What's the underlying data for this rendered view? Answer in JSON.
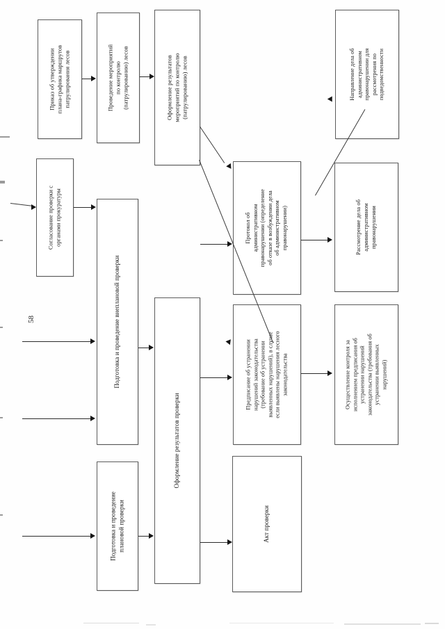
{
  "page": {
    "number": "58",
    "orientation": "landscape-rotated",
    "language": "ru"
  },
  "diagram": {
    "type": "flowchart",
    "title_present": false,
    "nodes": [
      {
        "id": "order-patrol-plan",
        "label": "Приказ об утверждении\nплана-графика маршрутов\nпатрулирования лесов"
      },
      {
        "id": "conduct-control-measures",
        "label": "Проведение мероприятий\nпо контролю\n(патрулированию) лесов"
      },
      {
        "id": "formalize-control-results",
        "label": "Оформление результатов\nмероприятий по контролю\n(патрулированию) лесов"
      },
      {
        "id": "prosecutor-approval",
        "label": "Согласование проверки с\nорганами прокуратуры"
      },
      {
        "id": "unscheduled-inspection",
        "label": "Подготовка и проведение внеплановой проверки"
      },
      {
        "id": "scheduled-inspection",
        "label": "Подготовка и проведение\nплановой проверки"
      },
      {
        "id": "formalize-inspection-results",
        "label": "Оформление результатов проверки"
      },
      {
        "id": "inspection-act",
        "label": "Акт проверки"
      },
      {
        "id": "violation-order",
        "label": "Предписание об устранении\nнарушений законодательства\n(требование об устранении\nвыявленных нарушений), в случае\nесли выявлены нарушения лесного\nзаконодательства"
      },
      {
        "id": "control-of-execution",
        "label": "Осуществление контроля за\nисполнением предписания об\nустранении нарушений\nзаконодательства (требования об\nустранении выявленных\nнарушений)"
      },
      {
        "id": "admin-protocol",
        "label": "Протокол об\nадминистративном\nправонарушении (определение\nоб отказе в возбуждении дела\nоб административном\nправонарушении)"
      },
      {
        "id": "admin-case-review",
        "label": "Рассмотрение дела об\nадминистративном\nправонарушении"
      },
      {
        "id": "admin-case-forward",
        "label": "Направление дела об\nадминистративном\nправонарушении для\nрассмотрения по\nподведомственности"
      }
    ],
    "edges": [
      {
        "from": "external",
        "to": "prosecutor-approval"
      },
      {
        "from": "external",
        "to": "unscheduled-inspection"
      },
      {
        "from": "external",
        "to": "unscheduled-inspection"
      },
      {
        "from": "external",
        "to": "scheduled-inspection"
      },
      {
        "from": "order-patrol-plan",
        "to": "conduct-control-measures"
      },
      {
        "from": "conduct-control-measures",
        "to": "formalize-control-results"
      },
      {
        "from": "prosecutor-approval",
        "to": "unscheduled-inspection"
      },
      {
        "from": "unscheduled-inspection",
        "to": "formalize-inspection-results"
      },
      {
        "from": "scheduled-inspection",
        "to": "formalize-inspection-results"
      },
      {
        "from": "formalize-inspection-results",
        "to": "inspection-act"
      },
      {
        "from": "formalize-inspection-results",
        "to": "violation-order"
      },
      {
        "from": "formalize-inspection-results",
        "to": "admin-protocol"
      },
      {
        "from": "formalize-control-results",
        "to": "admin-protocol"
      },
      {
        "from": "formalize-control-results",
        "to": "violation-order"
      },
      {
        "from": "violation-order",
        "to": "control-of-execution"
      },
      {
        "from": "admin-protocol",
        "to": "admin-case-review"
      },
      {
        "from": "admin-protocol",
        "to": "admin-case-forward"
      }
    ]
  },
  "colors": {
    "box_border": "#5b5b5b",
    "line": "#2b2b2b",
    "text": "#161616",
    "paper": "#ffffff"
  }
}
